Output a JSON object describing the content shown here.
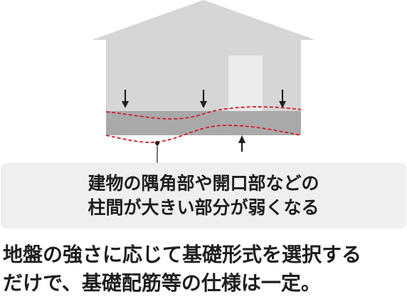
{
  "colors": {
    "house": "#d6d6d6",
    "door": "#ececec",
    "foundation": "#a9a9a9",
    "deflection_line": "#d0202a",
    "arrow": "#1e1e1e",
    "callout_bg": "#efefef",
    "text": "#1e1e1e"
  },
  "callout": {
    "line1": "建物の隅角部や開口部などの",
    "line2": "柱間が大きい部分が弱くなる"
  },
  "caption": {
    "line1": "地盤の強さに応じて基礎形式を選択する",
    "line2": "だけで、基礎配筋等の仕様は一定。"
  }
}
